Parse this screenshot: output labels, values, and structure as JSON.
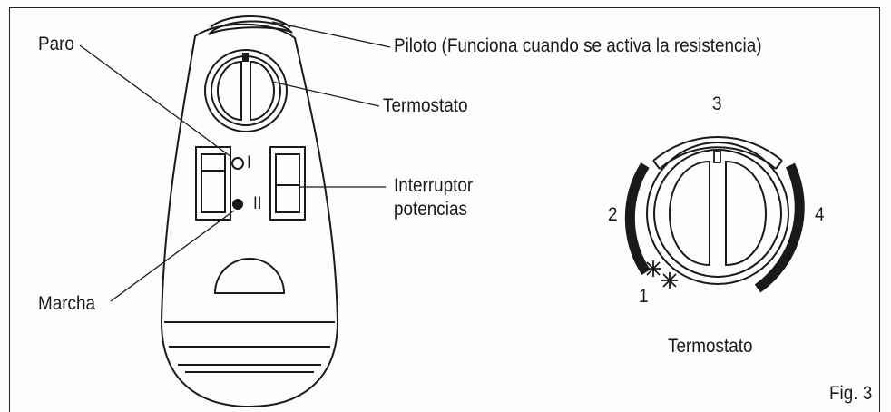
{
  "labels": {
    "paro": "Paro",
    "piloto": "Piloto (Funciona cuando se activa la resistencia)",
    "termostato_callout": "Termostato",
    "interruptor_line1": "Interruptor",
    "interruptor_line2": "potencias",
    "marcha": "Marcha",
    "dial_3": "3",
    "dial_2": "2",
    "dial_4": "4",
    "dial_1": "1",
    "termostato_caption": "Termostato",
    "figure": "Fig. 3"
  },
  "switch_marks": {
    "off": "I",
    "on": "II"
  },
  "icons": [
    "snowflake-icon",
    "snowflake-icon"
  ],
  "colors": {
    "ink": "#1a1a1a",
    "paper": "#fdfdfd"
  }
}
